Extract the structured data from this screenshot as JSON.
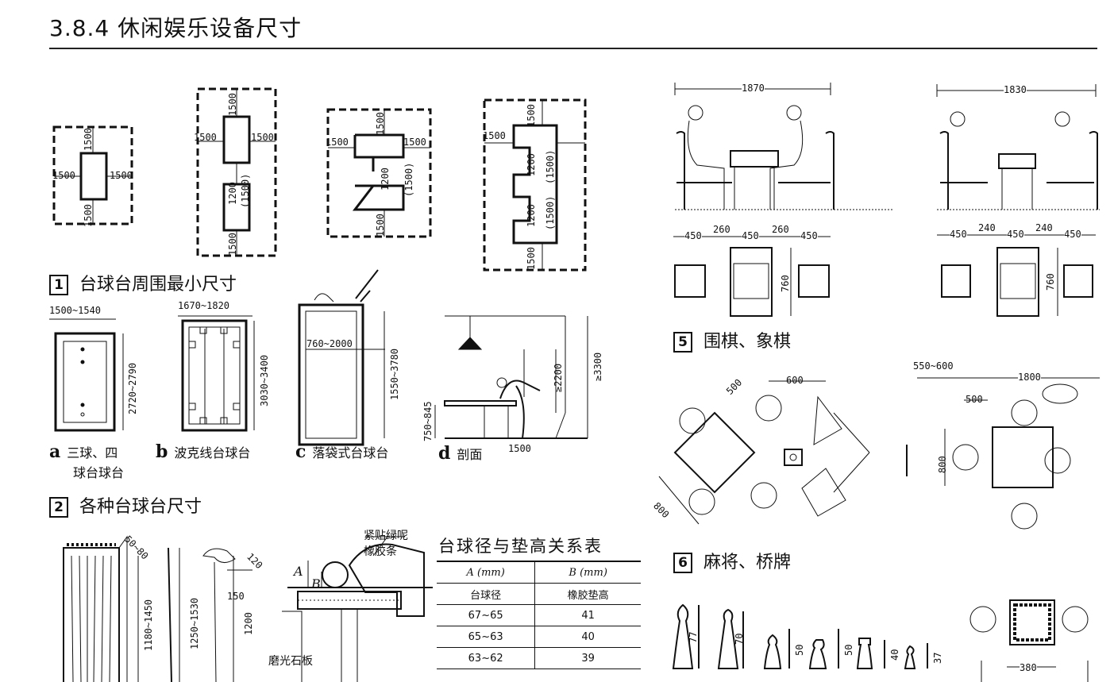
{
  "header": {
    "title": "3.8.4 休闲娱乐设备尺寸"
  },
  "captions": {
    "fig1": {
      "num": "1",
      "text": "台球台周围最小尺寸"
    },
    "fig2": {
      "num": "2",
      "text": "各种台球台尺寸"
    },
    "fig5": {
      "num": "5",
      "text": "围棋、象棋"
    },
    "fig6": {
      "num": "6",
      "text": "麻将、桥牌"
    }
  },
  "subfigures": {
    "a": {
      "letter": "a",
      "text": "三球、四",
      "text2": "球台球台"
    },
    "b": {
      "letter": "b",
      "text": "波克线台球台"
    },
    "c": {
      "letter": "c",
      "text": "落袋式台球台"
    },
    "d": {
      "letter": "d",
      "text": "剖面"
    }
  },
  "dims": {
    "d1500": "1500",
    "d1200": "1200",
    "d1500p": "(1500)",
    "a_w": "1500~1540",
    "a_h": "2720~2790",
    "b_w": "1670~1820",
    "b_h": "3030~3400",
    "c_w": "760~2000",
    "c_h": "1550~3780",
    "d_h1": "750~845",
    "d_h2": "≥2200",
    "d_h3": "≥3300",
    "d_w": "1500",
    "g_w1": "1870",
    "g_w2": "1830",
    "g_s1": [
      "450",
      "260",
      "450",
      "260",
      "450"
    ],
    "g_s2": [
      "450",
      "240",
      "450",
      "240",
      "450"
    ],
    "g_760": "760",
    "m_500": "500",
    "m_600": "600",
    "m_800": "800",
    "m_550": "550~600",
    "m_1800": "1800",
    "m_500b": "500",
    "m_800b": "800",
    "cue_5080": "50~80",
    "cue_120": "120",
    "cue_150": "150",
    "cue_h1": "1180~1450",
    "cue_h2": "1250~1530",
    "cue_h3": "1200",
    "cross_A": "A",
    "cross_B": "B",
    "cross_top": "紧贴绿呢",
    "cross_top2": "橡胶条",
    "cross_bottom": "磨光石板",
    "chess": [
      "77",
      "70",
      "50",
      "50",
      "40",
      "37"
    ],
    "bridge_380": "380"
  },
  "relation_table": {
    "title": "台球径与垫高关系表",
    "col1_head": "A (mm)",
    "col2_head": "B (mm)",
    "col1_sub": "台球径",
    "col2_sub": "橡胶垫高",
    "rows": [
      {
        "a": "67~65",
        "b": "41"
      },
      {
        "a": "65~63",
        "b": "40"
      },
      {
        "a": "63~62",
        "b": "39"
      }
    ]
  }
}
